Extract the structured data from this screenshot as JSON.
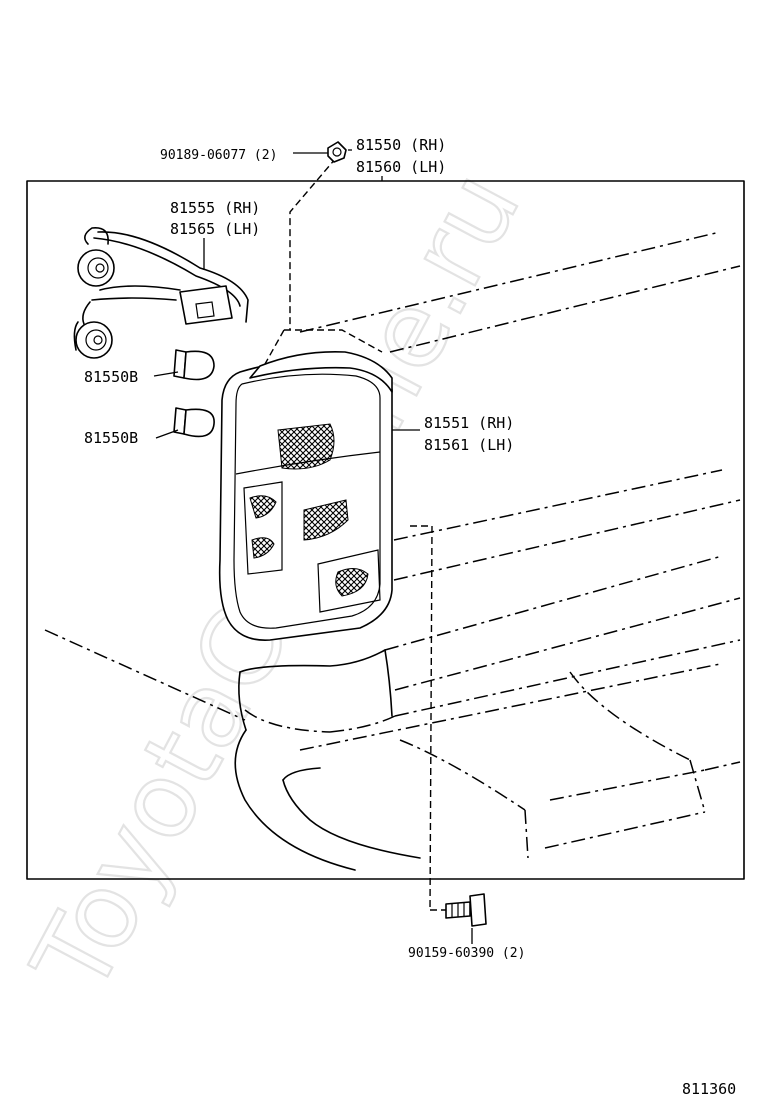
{
  "watermark": "ToyotaCarMine.ru",
  "callouts": {
    "screw_top": "90189-06077 (2)",
    "lamp_assy_rh": "81550 (RH)",
    "lamp_assy_lh": "81560 (LH)",
    "socket_wire_rh": "81555 (RH)",
    "socket_wire_lh": "81565 (LH)",
    "bulb_upper": "81550B",
    "bulb_lower": "81550B",
    "lens_rh": "81551 (RH)",
    "lens_lh": "81561 (LH)",
    "bolt_bottom": "90159-60390 (2)"
  },
  "figure_number": "811360"
}
